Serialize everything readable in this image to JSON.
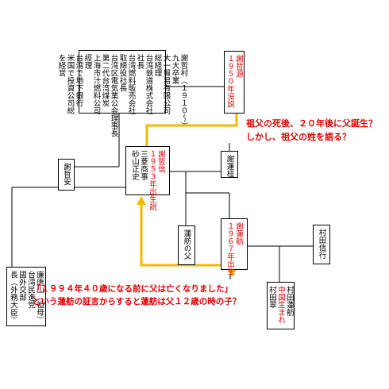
{
  "nodes": {
    "kosanmura": {
      "lines": [
        "謝哲村（１９１０～）",
        "九大卒業",
        "大一貿易有限公司",
        "総経理",
        "台湾鉄道株式会社",
        "社長",
        "台湾燃料販売会社",
        "取締役社長",
        "台湾区電気業公会理事長",
        "第二代台湾煤炭",
        "上海市汁燃料公司",
        "經理",
        "台湾で地下銀行",
        "米国で投資公司総",
        "を経営"
      ]
    },
    "sha_meigen": {
      "lines": [
        "謝哲源",
        "１９５０年没説"
      ],
      "red": [
        true,
        true
      ]
    },
    "sha_an": {
      "lines": [
        "謝哲安"
      ]
    },
    "sha_father": {
      "lines": [
        "謝哲信",
        "１９５３年出生説",
        "三菱商事",
        "砂山正史"
      ],
      "red": [
        true,
        true,
        false,
        false
      ]
    },
    "renho_chichi": {
      "lines": [
        "蓮舫の父"
      ]
    },
    "renko": {
      "lines": [
        "謝蓮桂"
      ]
    },
    "renho": {
      "lines": [
        "謝蓮舫",
        "１９６７年出生"
      ],
      "red": [
        true,
        true
      ]
    },
    "murata_shingyo": {
      "lines": [
        "村田信行"
      ]
    },
    "murata_pair": {
      "lines": [
        "村田蓮舫",
        "中国生まれ",
        "村田翠"
      ],
      "red": [
        false,
        true,
        false
      ]
    },
    "ryo_kozan": {
      "lines": [
        "廉唐山（祖母）",
        "台湾民進党",
        "國外交部",
        "長（外務大臣）"
      ]
    }
  },
  "notes": {
    "note1_line1": "祖父の死後、２０年後に父誕生？",
    "note1_line2": "しかし、祖父の姓を語る？",
    "note2_line1": "「１９９４年４０歳になる前に父は亡くなりました」",
    "note2_line2": "という蓮舫の証言からすると蓮舫は父１２歳の時の子？"
  },
  "colors": {
    "highlight": "#f5b800",
    "red_text": "#e00000",
    "line": "#000000"
  }
}
